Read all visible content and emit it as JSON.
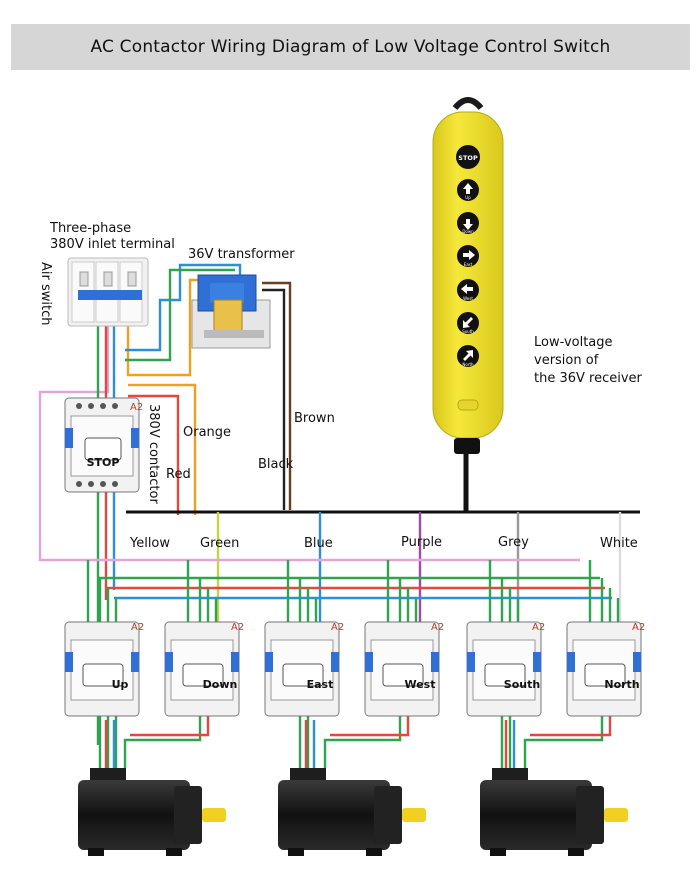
{
  "title": "AC Contactor Wiring Diagram of Low Voltage Control Switch",
  "labels": {
    "inlet": [
      "Three-phase",
      "380V inlet terminal"
    ],
    "air_switch": "Air switch",
    "transformer": "36V transformer",
    "contactor_380": "380V contactor",
    "receiver": [
      "Low-voltage",
      "version of",
      "the 36V receiver"
    ]
  },
  "wire_labels": {
    "orange": "Orange",
    "red": "Red",
    "brown": "Brown",
    "black": "Black",
    "yellow": "Yellow",
    "green": "Green",
    "blue": "Blue",
    "purple": "Purple",
    "grey": "Grey",
    "white": "White"
  },
  "contactors": {
    "stop": "STOP",
    "terminal": "A2",
    "directions": [
      "Up",
      "Down",
      "East",
      "West",
      "South",
      "North"
    ]
  },
  "remote": {
    "buttons": [
      {
        "icon": "stop",
        "text": "STOP",
        "caption": ""
      },
      {
        "icon": "arrow-up",
        "text": "",
        "caption": "Up"
      },
      {
        "icon": "arrow-down",
        "text": "",
        "caption": "Down"
      },
      {
        "icon": "arrow-right",
        "text": "",
        "caption": "East"
      },
      {
        "icon": "arrow-left",
        "text": "",
        "caption": "West"
      },
      {
        "icon": "arrow-down-left",
        "text": "",
        "caption": "South"
      },
      {
        "icon": "arrow-up-right",
        "text": "",
        "caption": "North"
      }
    ]
  },
  "colors": {
    "wire_green": "#2ea44f",
    "wire_red": "#e4473c",
    "wire_blue": "#2f8fd6",
    "wire_orange": "#f0a020",
    "wire_brown": "#6b3e1e",
    "wire_black": "#222222",
    "wire_yellow_green": "#c5d63a",
    "wire_purple": "#a24aa0",
    "wire_grey": "#999999",
    "wire_pink": "#e0a6d8",
    "remote_body": "#f2e22a",
    "motor_body": "#151515",
    "motor_shaft": "#f0d020"
  }
}
